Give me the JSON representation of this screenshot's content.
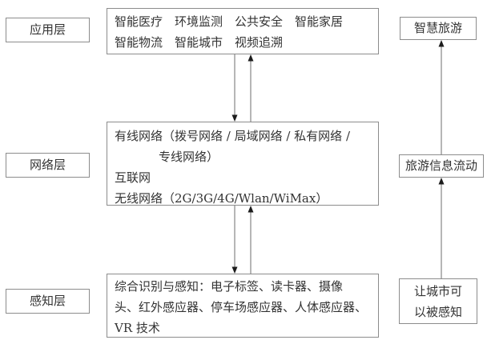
{
  "colors": {
    "background": "#ffffff",
    "box_border": "#8c8c8c",
    "text": "#333333",
    "arrow_line": "#6e6e6e",
    "arrow_head": "#1c1c1c"
  },
  "layer_labels": {
    "application": "应用层",
    "network": "网络层",
    "perception": "感知层"
  },
  "application_box": {
    "lines": [
      "智能医疗　环境监测　公共安全　智能家居",
      "智能物流　智能城市　视频追溯"
    ]
  },
  "network_box": {
    "lines": [
      "有线网络（拨号网络 / 局域网络 / 私有网络 /",
      "专线网络）",
      "互联网",
      "无线网络（2G/3G/4G/Wlan/WiMax）"
    ]
  },
  "perception_box": {
    "lines": [
      "综合识别与感知：电子标签、读卡器、摄像",
      "头、红外感应器、停车场感应器、人体感应器、",
      "VR 技术"
    ]
  },
  "right_column": {
    "smart_tourism": "智慧旅游",
    "info_flow": "旅游信息流动",
    "city_sensed_lines": [
      "让城市可",
      "以被感知"
    ]
  },
  "connections": [
    {
      "from": "application-box",
      "to": "network-box",
      "direction": "down"
    },
    {
      "from": "network-box",
      "to": "application-box",
      "direction": "up"
    },
    {
      "from": "network-box",
      "to": "perception-box",
      "direction": "down"
    },
    {
      "from": "perception-box",
      "to": "network-box",
      "direction": "up"
    },
    {
      "from": "info-flow-box",
      "to": "smart-tourism-box",
      "direction": "up"
    },
    {
      "from": "city-sensed-box",
      "to": "info-flow-box",
      "direction": "up"
    }
  ]
}
